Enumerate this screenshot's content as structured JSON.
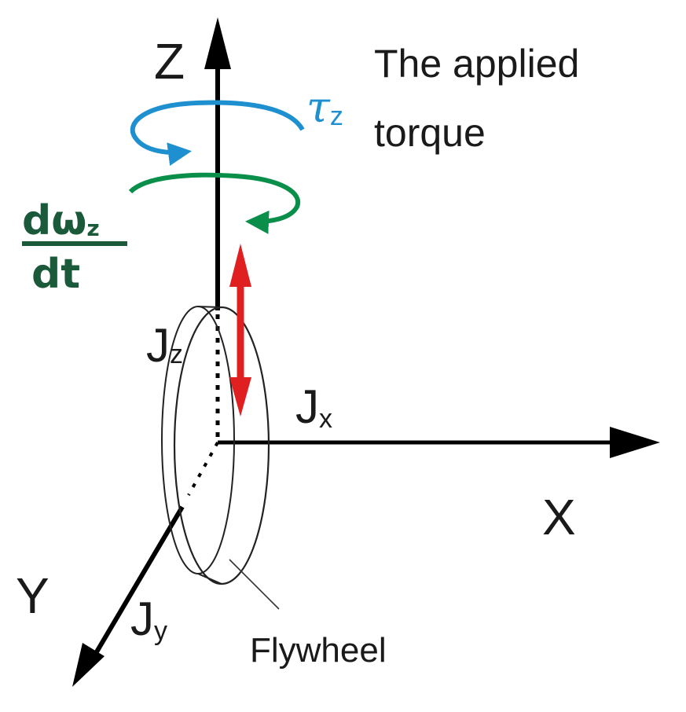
{
  "axes": {
    "z_label": "Z",
    "x_label": "X",
    "y_label": "Y"
  },
  "inertia": {
    "jz": {
      "base": "J",
      "sub": "z"
    },
    "jx": {
      "base": "J",
      "sub": "x"
    },
    "jy": {
      "base": "J",
      "sub": "y"
    }
  },
  "torque": {
    "symbol": "τ",
    "symbol_sub": "z",
    "caption_line1": "The applied",
    "caption_line2": "torque"
  },
  "acceleration": {
    "numerator": "dω",
    "numerator_sub": "z",
    "denominator": "dt"
  },
  "flywheel_label": "Flywheel",
  "colors": {
    "axis": "#000000",
    "torque_arrow": "#1e90d0",
    "acceleration_arrow": "#0a8f4a",
    "acceleration_text": "#1a5a3a",
    "displacement_arrow": "#e02020",
    "torque_symbol": "#1e90d0"
  }
}
